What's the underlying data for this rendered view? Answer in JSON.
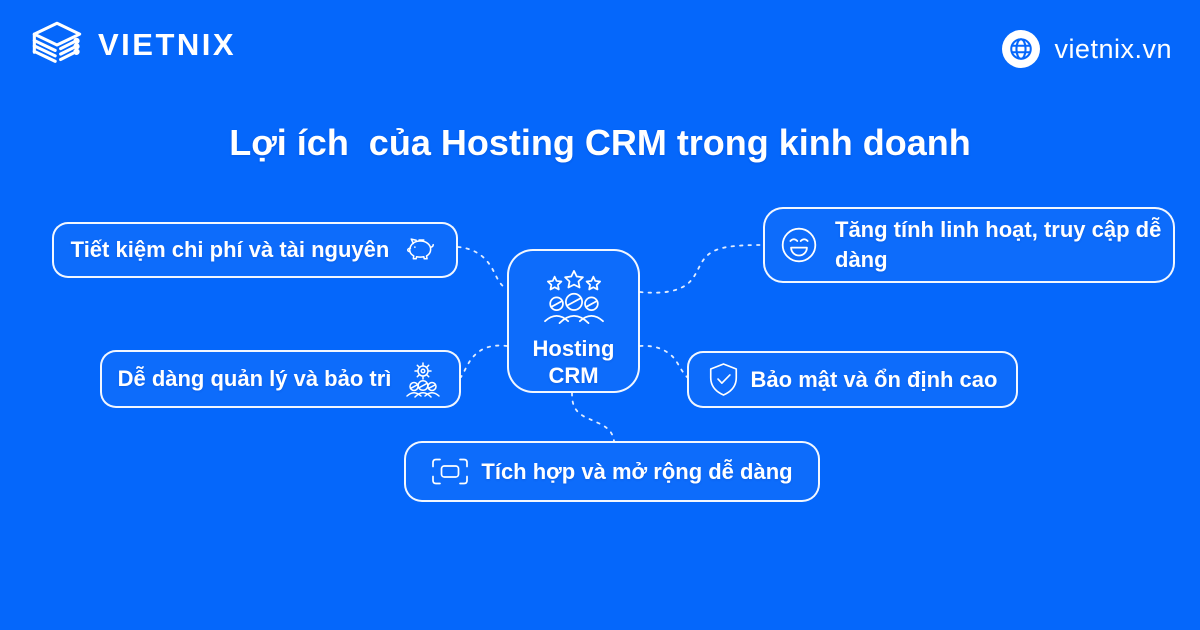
{
  "colors": {
    "background": "#0567FB",
    "text": "#FFFFFF",
    "border": "rgba(255,255,255,0.95)"
  },
  "header": {
    "brand": "VIETNIX",
    "website": "vietnix.vn",
    "globe_icon": "globe-icon",
    "logo_icon": "vietnix-stack-logo-icon"
  },
  "title": "Lợi ích  của Hosting CRM trong kinh doanh",
  "center": {
    "line1": "Hosting",
    "line2": "CRM",
    "icon": "customers-rating-icon"
  },
  "benefits": [
    {
      "id": "cost",
      "label": "Tiết kiệm chi phí và tài nguyên",
      "icon": "piggy-bank-icon",
      "position": "top-left"
    },
    {
      "id": "flexibility",
      "label": "Tăng tính linh hoạt, truy cập dễ dàng",
      "icon": "smiley-icon",
      "position": "top-right"
    },
    {
      "id": "manage",
      "label": "Dễ dàng quản lý và bảo trì",
      "icon": "gear-team-icon",
      "position": "mid-left"
    },
    {
      "id": "security",
      "label": "Bảo mật và ổn định cao",
      "icon": "shield-check-icon",
      "position": "mid-right"
    },
    {
      "id": "integrate",
      "label": "Tích hợp và mở rộng dễ dàng",
      "icon": "expand-frame-icon",
      "position": "bottom-center"
    }
  ]
}
